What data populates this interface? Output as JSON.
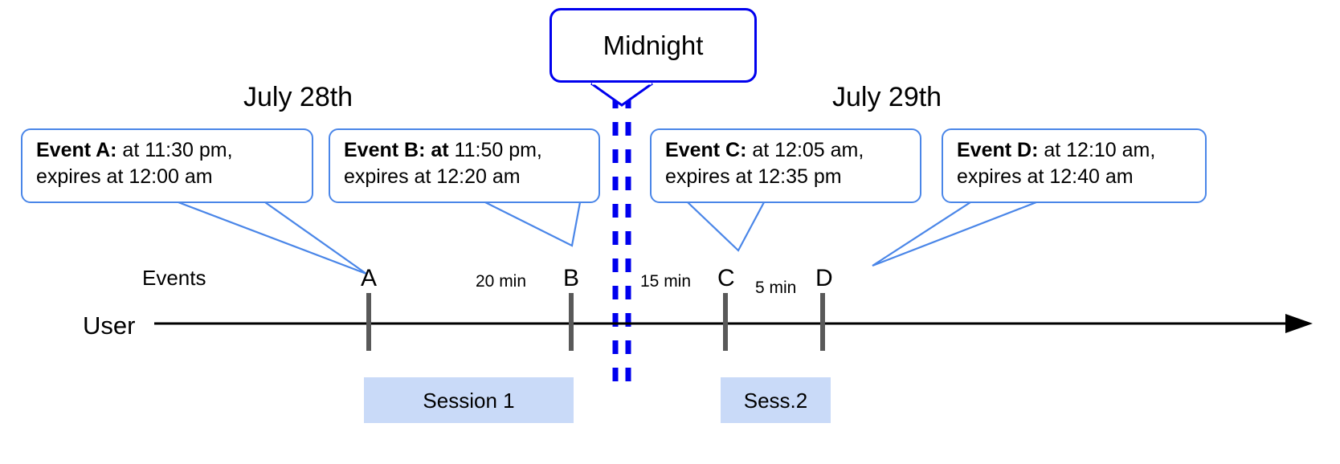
{
  "diagram": {
    "title_labels": {
      "day_left": "July 28th",
      "day_right": "July 29th",
      "midnight": "Midnight"
    },
    "axis": {
      "row_label_events": "Events",
      "row_label_user": "User"
    },
    "callouts": [
      {
        "id": "event-a",
        "lead_bold": "Event A:",
        "line1_rest": " at 11:30 pm,",
        "line2": "expires at 12:00 am"
      },
      {
        "id": "event-b",
        "lead_bold": "Event B: at",
        "line1_rest": " 11:50 pm,",
        "line2": "expires at 12:20 am"
      },
      {
        "id": "event-c",
        "lead_bold": "Event C:",
        "line1_rest": " at 12:05 am,",
        "line2": "expires at 12:35 pm"
      },
      {
        "id": "event-d",
        "lead_bold": "Event D:",
        "line1_rest": "  at 12:10 am,",
        "line2": "expires at 12:40 am"
      }
    ],
    "markers": [
      {
        "id": "marker-a",
        "label": "A"
      },
      {
        "id": "marker-b",
        "label": "B"
      },
      {
        "id": "marker-c",
        "label": "C"
      },
      {
        "id": "marker-d",
        "label": "D"
      }
    ],
    "intervals": [
      {
        "id": "interval-ab",
        "label": "20 min"
      },
      {
        "id": "interval-bc",
        "label": "15 min"
      },
      {
        "id": "interval-cd",
        "label": "5 min"
      }
    ],
    "sessions": [
      {
        "id": "session-1",
        "label": "Session 1"
      },
      {
        "id": "session-2",
        "label": "Sess.2"
      }
    ],
    "colors": {
      "callout_border": "#4a86e8",
      "midnight_border": "#0000ee",
      "midnight_dash": "#0000ee",
      "session_fill": "#c9daf8",
      "tick": "#595959",
      "axis": "#000000"
    }
  }
}
